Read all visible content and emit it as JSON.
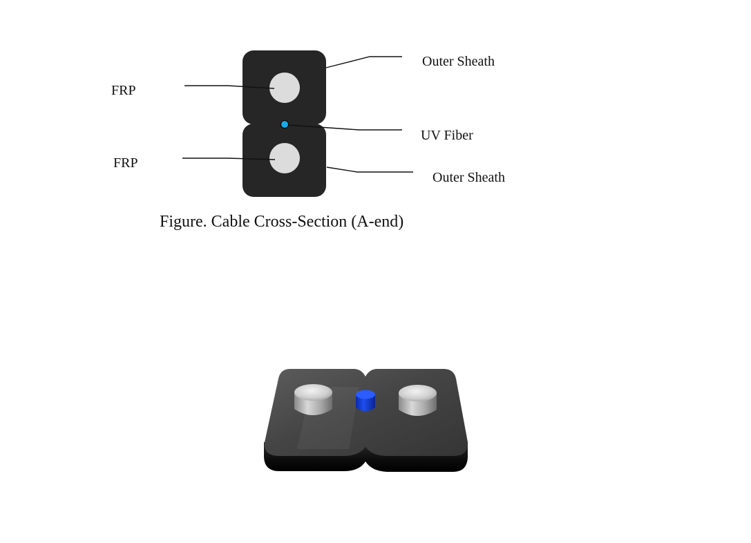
{
  "labels": {
    "frp_top": "FRP",
    "frp_bottom": "FRP",
    "outer_sheath_top": "Outer Sheath",
    "uv_fiber": "UV Fiber",
    "outer_sheath_bottom": "Outer Sheath"
  },
  "caption": "Figure. Cable Cross-Section (A-end)",
  "colors": {
    "sheath": "#262626",
    "frp": "#dcdcdc",
    "uv_fiber": "#19a9e6",
    "blue_fiber_3d": "#1840d8",
    "background": "#ffffff"
  }
}
